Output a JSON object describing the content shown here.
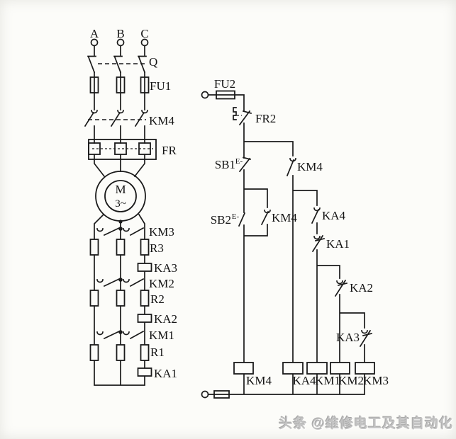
{
  "colors": {
    "background": "#fcfcf9",
    "line": "#1a1a1a",
    "watermark_gray": "#c3c3c3"
  },
  "power_circuit": {
    "phases": [
      "A",
      "B",
      "C"
    ],
    "switch": "Q",
    "fuse": "FU1",
    "main_contactor": "KM4",
    "overload_relay": "FR",
    "motor": {
      "letter": "M",
      "phase": "3~"
    },
    "stages": [
      {
        "contactor": "KM3",
        "resistor": "R3",
        "relay": "KA3"
      },
      {
        "contactor": "KM2",
        "resistor": "R2",
        "relay": "KA2"
      },
      {
        "contactor": "KM1",
        "resistor": "R1",
        "relay": "KA1"
      }
    ]
  },
  "control_circuit": {
    "fuse": "FU2",
    "overload_contact": "FR2",
    "stop_button": {
      "label": "SB1",
      "actuator": "E-"
    },
    "start_button": {
      "label": "SB2",
      "actuator": "E-"
    },
    "seal_in_contact": "KM4",
    "km4_aux_contact": "KM4",
    "ka4_contact": "KA4",
    "ka1_contact": "KA1",
    "ka2_contact": "KA2",
    "ka3_contact": "KA3",
    "coils": [
      {
        "label": "KM4"
      },
      {
        "label": "KA4"
      },
      {
        "label": "KM1"
      },
      {
        "label": "KM2"
      },
      {
        "label": "KM3"
      }
    ]
  },
  "watermark": "头条 @维修电工及其自动化"
}
